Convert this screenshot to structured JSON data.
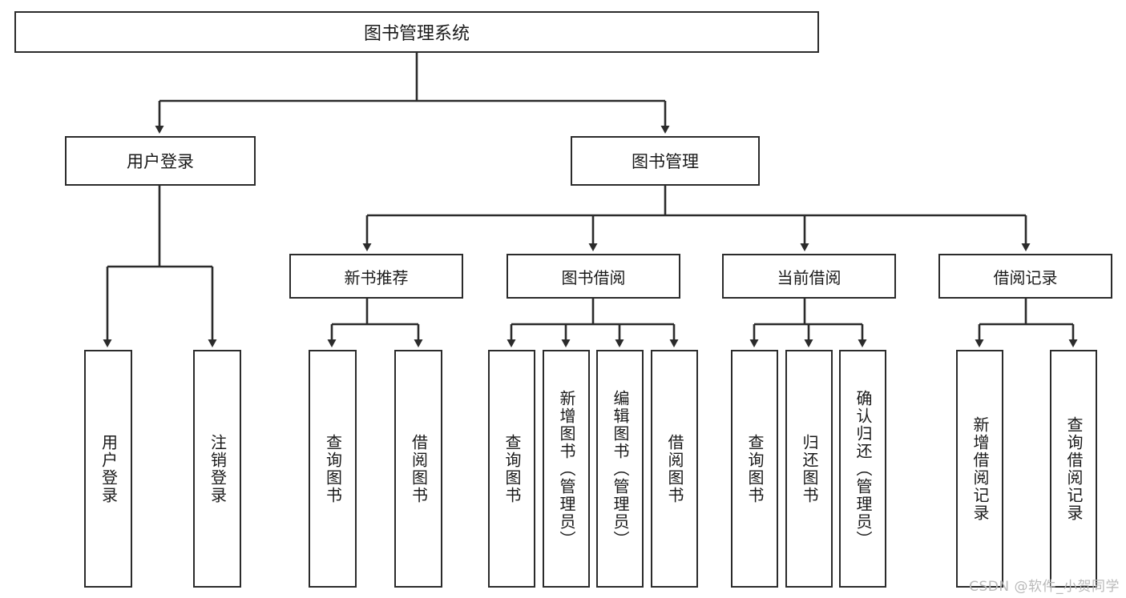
{
  "diagram": {
    "title_node": {
      "label": "图书管理系统"
    },
    "level2": [
      {
        "id": "user-login",
        "label": "用户登录"
      },
      {
        "id": "book-manage",
        "label": "图书管理"
      }
    ],
    "level3": [
      {
        "id": "new-book-recommend",
        "label": "新书推荐"
      },
      {
        "id": "book-borrow",
        "label": "图书借阅"
      },
      {
        "id": "current-borrow",
        "label": "当前借阅"
      },
      {
        "id": "borrow-record",
        "label": "借阅记录"
      }
    ],
    "leaves": [
      {
        "id": "leaf-user-login",
        "label": "用户登录"
      },
      {
        "id": "leaf-logout-login",
        "label": "注销登录"
      },
      {
        "id": "leaf-query-book-1",
        "label": "查询图书"
      },
      {
        "id": "leaf-borrow-book-1",
        "label": "借阅图书"
      },
      {
        "id": "leaf-query-book-2",
        "label": "查询图书"
      },
      {
        "id": "leaf-add-book-admin",
        "label": "新增图书（管理员）"
      },
      {
        "id": "leaf-edit-book-admin",
        "label": "编辑图书（管理员）"
      },
      {
        "id": "leaf-borrow-book-2",
        "label": "借阅图书"
      },
      {
        "id": "leaf-query-book-3",
        "label": "查询图书"
      },
      {
        "id": "leaf-return-book",
        "label": "归还图书"
      },
      {
        "id": "leaf-confirm-return-admin",
        "label": "确认归还（管理员）"
      },
      {
        "id": "leaf-add-borrow-record",
        "label": "新增借阅记录"
      },
      {
        "id": "leaf-query-borrow-record",
        "label": "查询借阅记录"
      }
    ]
  },
  "watermark": {
    "text": "CSDN @软件_小贺同学"
  },
  "colors": {
    "border": "#2b2b2b",
    "background": "#ffffff",
    "text": "#1a1a1a",
    "watermark": "#b9b9b9"
  }
}
